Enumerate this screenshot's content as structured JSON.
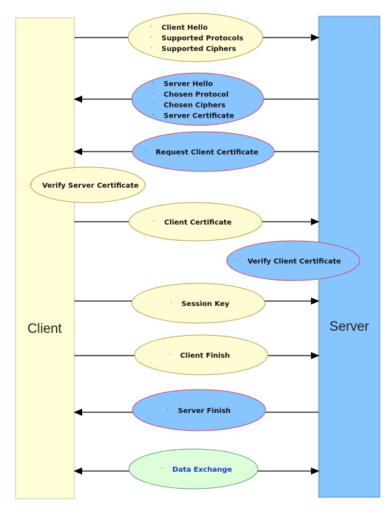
{
  "actors": {
    "client": {
      "label": "Client",
      "fill": "#fffdd5",
      "stroke": "#c8c8a0"
    },
    "server": {
      "label": "Server",
      "fill": "#87c5ff",
      "stroke": "#4a88c8"
    }
  },
  "colors": {
    "yellow_fill": "#fffcd3",
    "yellow_stroke": "#b2a24a",
    "blue_fill": "#88c5ff",
    "blue_stroke": "#c7466b",
    "green_fill": "#ddffd8",
    "green_stroke": "#5e9a88",
    "data_text": "#1a36d8",
    "arrow": "#000000"
  },
  "steps": [
    {
      "id": "client-hello",
      "style": "yellow",
      "direction": "to-server",
      "lines": [
        "Client Hello",
        "Supported Protocols",
        "Supported Ciphers"
      ]
    },
    {
      "id": "server-hello",
      "style": "blue",
      "direction": "to-client",
      "lines": [
        "Server Hello",
        "Chosen Protocol",
        "Chosen Ciphers",
        "Server Certificate"
      ]
    },
    {
      "id": "request-client-certificate",
      "style": "blue",
      "direction": "to-client",
      "lines": [
        "Request Client Certificate"
      ]
    },
    {
      "id": "verify-server-certificate",
      "style": "yellow",
      "direction": "none",
      "lines": [
        "Verify Server Certificate"
      ]
    },
    {
      "id": "client-certificate",
      "style": "yellow",
      "direction": "to-server",
      "lines": [
        "Client Certificate"
      ]
    },
    {
      "id": "verify-client-certificate",
      "style": "blue",
      "direction": "none",
      "lines": [
        "Verify Client Certificate"
      ]
    },
    {
      "id": "session-key",
      "style": "yellow",
      "direction": "to-server",
      "lines": [
        "Session Key"
      ]
    },
    {
      "id": "client-finish",
      "style": "yellow",
      "direction": "to-server",
      "lines": [
        "Client Finish"
      ]
    },
    {
      "id": "server-finish",
      "style": "blue",
      "direction": "to-client",
      "lines": [
        "Server Finish"
      ]
    },
    {
      "id": "data-exchange",
      "style": "green",
      "direction": "both",
      "lines": [
        "Data Exchange"
      ]
    }
  ]
}
